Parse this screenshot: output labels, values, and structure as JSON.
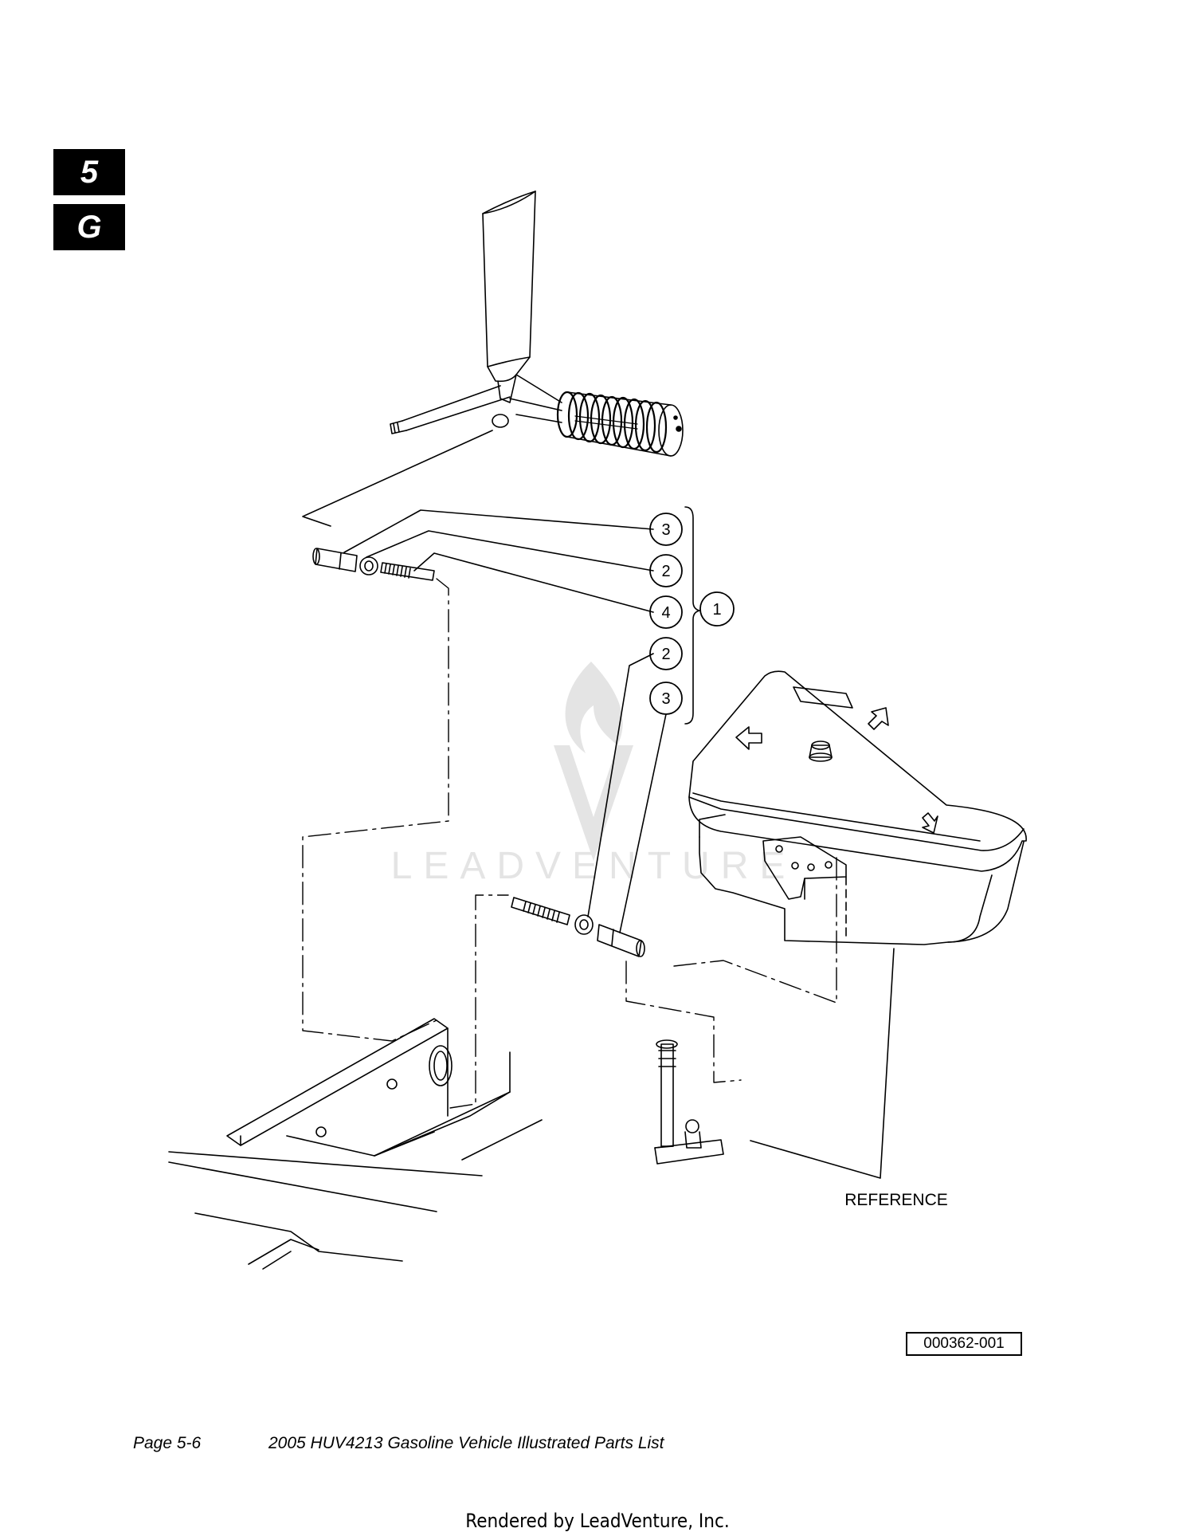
{
  "section_tab": {
    "chapter": "5",
    "section": "G"
  },
  "callouts": [
    {
      "number": "3"
    },
    {
      "number": "2"
    },
    {
      "number": "4"
    },
    {
      "number": "2"
    },
    {
      "number": "3"
    },
    {
      "number": "1"
    }
  ],
  "reference_label": "REFERENCE",
  "figure_number": "000362-001",
  "footer": {
    "page": "Page 5-6",
    "title": "2005 HUV4213 Gasoline Vehicle Illustrated Parts List"
  },
  "rendered_by": "Rendered by LeadVenture, Inc.",
  "watermark": "LEADVENTURE"
}
